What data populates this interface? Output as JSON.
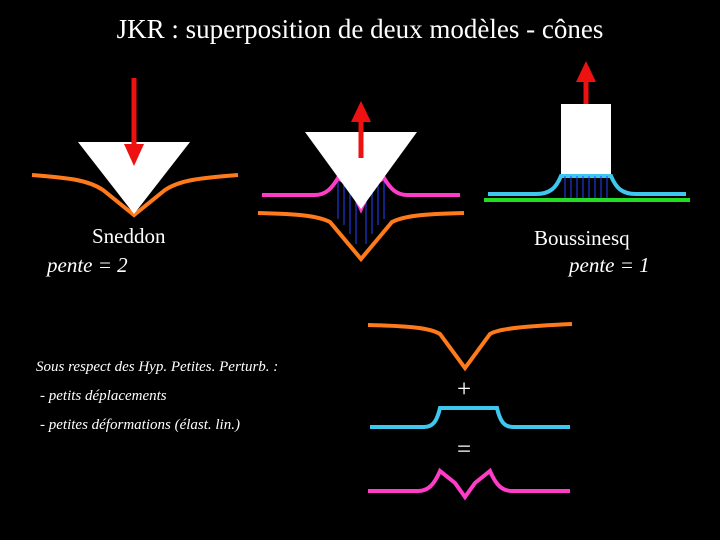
{
  "title": "JKR : superposition de deux modèles - cônes",
  "labels": {
    "sneddon": "Sneddon",
    "sneddon_slope": "pente = 2",
    "boussinesq": "Boussinesq",
    "boussinesq_slope": "pente = 1"
  },
  "notes": {
    "heading": "Sous respect des Hyp. Petites. Perturb. :",
    "items": [
      "- petits déplacements",
      "- petites déformations (élast. lin.)"
    ]
  },
  "operators": {
    "plus": "+",
    "equals": "="
  },
  "colors": {
    "background": "#000000",
    "sneddon_profile": "#ff7a1a",
    "boussinesq_profile": "#3ec8f0",
    "sum_profile": "#ff3cc8",
    "arrow": "#ee1111",
    "substrate": "#22dd22",
    "indenter": "#ffffff",
    "pressure_lines": "#2244ff"
  }
}
